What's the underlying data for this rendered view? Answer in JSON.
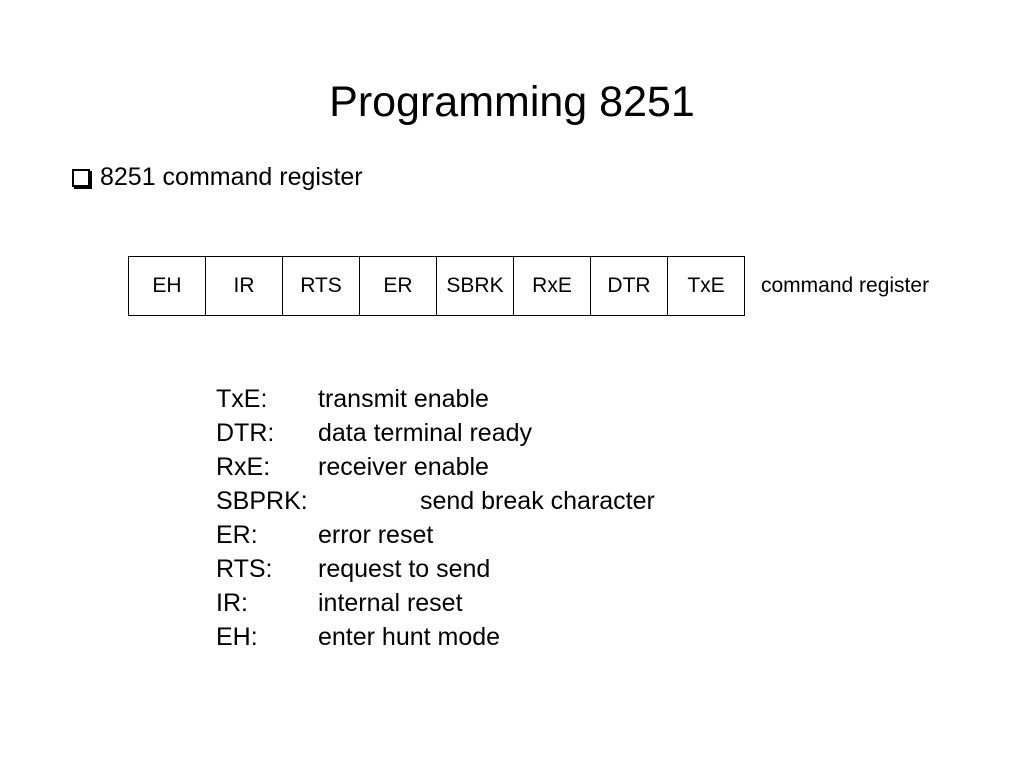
{
  "title": "Programming 8251",
  "bullet": {
    "text": "8251 command register"
  },
  "register": {
    "bits": [
      "EH",
      "IR",
      "RTS",
      "ER",
      "SBRK",
      "RxE",
      "DTR",
      "TxE"
    ],
    "caption": "command register"
  },
  "legend": [
    {
      "abbr": "TxE:",
      "desc": "transmit enable"
    },
    {
      "abbr": "DTR:",
      "desc": "data terminal ready"
    },
    {
      "abbr": "RxE:",
      "desc": "receiver enable"
    },
    {
      "abbr": "SBPRK:",
      "desc": "send break character"
    },
    {
      "abbr": "ER:",
      "desc": "error reset"
    },
    {
      "abbr": "RTS:",
      "desc": "request to send"
    },
    {
      "abbr": "IR:",
      "desc": "internal reset"
    },
    {
      "abbr": "EH:",
      "desc": "enter hunt mode"
    }
  ]
}
